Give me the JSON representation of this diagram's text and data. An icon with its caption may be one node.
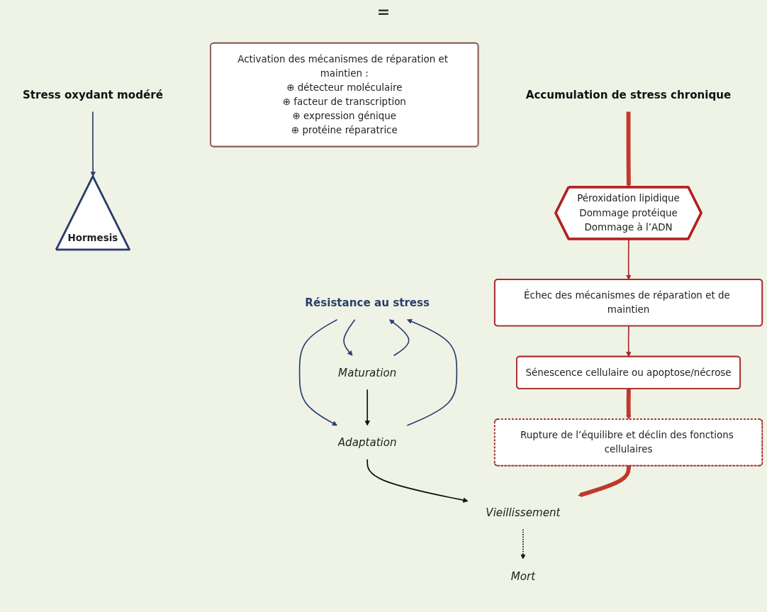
{
  "diagram": {
    "nodes": [
      {
        "text": [
          "Stress oxydant modéré"
        ]
      },
      {
        "text": [
          "Hormesis"
        ]
      },
      {
        "text": [
          "Activation des mécanismes de réparation et maintien :",
          "⊕ détecteur moléculaire",
          "⊕ facteur de transcription",
          "⊕ expression génique",
          "⊕ protéine réparatrice"
        ],
        "beside": [
          "="
        ]
      },
      {
        "text": [
          "Résistance au stress"
        ]
      },
      {
        "text": [
          "Maturation"
        ]
      },
      {
        "text": [
          "Adaptation"
        ]
      },
      {
        "text": [
          "Vieillissement"
        ]
      },
      {
        "text": [
          "Mort"
        ]
      },
      {
        "text": [
          "Accumulation de stress chronique"
        ]
      },
      {
        "text": [
          "Péroxidation lipidique",
          "Dommage protéique",
          "Dommage à l’ADN"
        ]
      },
      {
        "text": [
          "Échec des mécanismes de réparation et de maintien"
        ]
      },
      {
        "text": [
          "Sénescence cellulaire ou apoptose/nécrose"
        ]
      },
      {
        "text": [
          "Rupture de l’équilibre et déclin des fonctions cellulaires"
        ]
      }
    ],
    "edges": [
      {
        "from": 0,
        "to": 1,
        "arrow": "to",
        "color": "#2c3e6b"
      },
      {
        "from": 3,
        "to": 4,
        "arrow": "to",
        "color": "#2c3e6b"
      },
      {
        "from": 4,
        "to": 3,
        "arrow": "to",
        "color": "#2c3e6b"
      },
      {
        "from": 3,
        "to": 5,
        "arrow": "to",
        "color": "#2c3e6b"
      },
      {
        "from": 5,
        "to": 3,
        "arrow": "to",
        "color": "#2c3e6b"
      },
      {
        "from": 4,
        "to": 5,
        "arrow": "to"
      },
      {
        "from": 5,
        "to": 6,
        "arrow": "to"
      },
      {
        "from": 6,
        "to": 7,
        "arrow": "to",
        "style": "dashed"
      },
      {
        "from": 8,
        "to": 9,
        "arrow": "to",
        "style": "thick",
        "color": "#c0392b"
      },
      {
        "from": 9,
        "to": 10,
        "arrow": "to",
        "color": "#a52a2a"
      },
      {
        "from": 10,
        "to": 11,
        "arrow": "to",
        "color": "#a52a2a"
      },
      {
        "from": 11,
        "to": 12,
        "arrow": "to",
        "style": "thick",
        "color": "#c0392b"
      },
      {
        "from": 12,
        "to": 6,
        "arrow": "to",
        "style": "thick",
        "color": "#c0392b"
      }
    ]
  }
}
